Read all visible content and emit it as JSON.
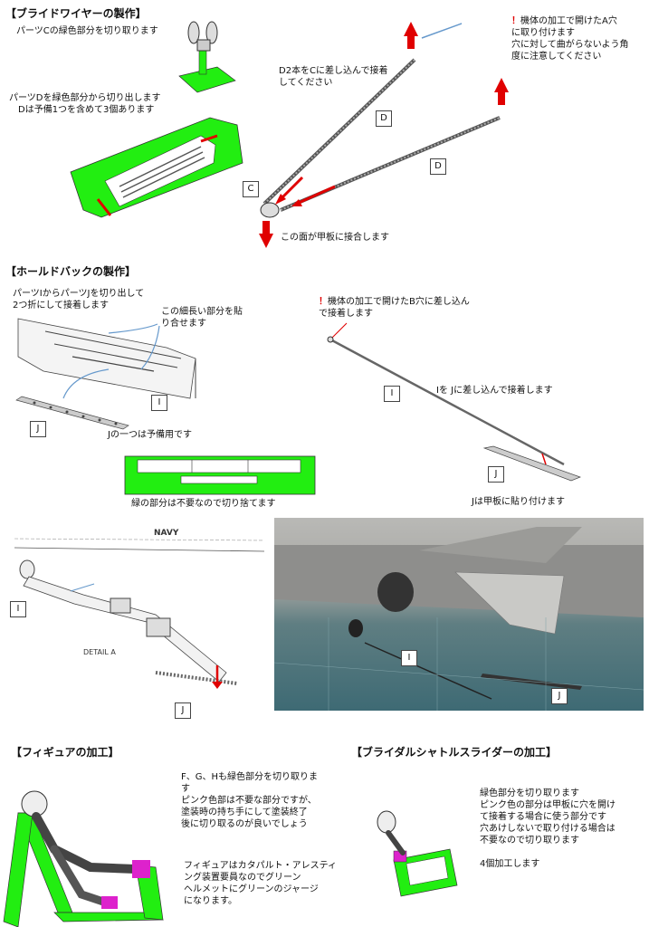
{
  "sections": {
    "bridle_wire": {
      "title": "【ブライドワイヤーの製作】",
      "note_c": "パーツCの緑色部分を切り取ります",
      "note_d": "パーツDを緑色部分から切り出します\n　Dは予備1つを含めて3個あります",
      "note_insert": "D2本をCに差し込んで接着\nしてください",
      "note_a_mark": "！",
      "note_a": "機体の加工で開けたA穴\nに取り付けます\n穴に対して曲がらないよう角\n度に注意してください",
      "note_deck": "この面が甲板に接合します",
      "label_c": "C",
      "label_d1": "D",
      "label_d2": "D"
    },
    "holdback": {
      "title": "【ホールドバックの製作】",
      "note_fold": "パーツIからパーツJを切り出して\n2つ折にして接着します",
      "note_thin": "この細長い部分を貼\nり合せます",
      "note_spare": "Jの一つは予備用です",
      "note_green": "緑の部分は不要なので切り捨てます",
      "note_b_mark": "！",
      "note_b": "機体の加工で開けたB穴に差し込ん\nで接着します",
      "note_ij": "Iを Jに差し込んで接着します",
      "note_deck": "Jは甲板に貼り付けます",
      "label_i1": "I",
      "label_j1": "J",
      "label_i2": "I",
      "label_j2": "J"
    },
    "detail": {
      "label_i": "I",
      "label_j": "J",
      "detail_text": "DETAIL  A",
      "navy_text": "NAVY",
      "photo_label_i": "I",
      "photo_label_j": "J"
    },
    "figure": {
      "title": "【フィギュアの加工】",
      "note_cut": "F、G、Hも緑色部分を切り取りま\nす\nピンク色部は不要な部分ですが、\n塗装時の持ち手にして塗装終了\n後に切り取るのが良いでしょう",
      "note_paint": "フィギュアはカタパルト・アレスティ\nング装置要員なのでグリーン\nヘルメットにグリーンのジャージ\nになります。"
    },
    "shuttle": {
      "title": "【ブライダルシャトルスライダーの加工】",
      "note": "緑色部分を切り取ります\nピンク色の部分は甲板に穴を開け\nて接着する場合に使う部分です\n穴あけしないで取り付ける場合は\n不要なので切り取ります\n\n4個加工します"
    }
  },
  "colors": {
    "green": "#22ee11",
    "red": "#e00000",
    "pink": "#dd22cc",
    "blue_arrow": "#6699cc"
  }
}
